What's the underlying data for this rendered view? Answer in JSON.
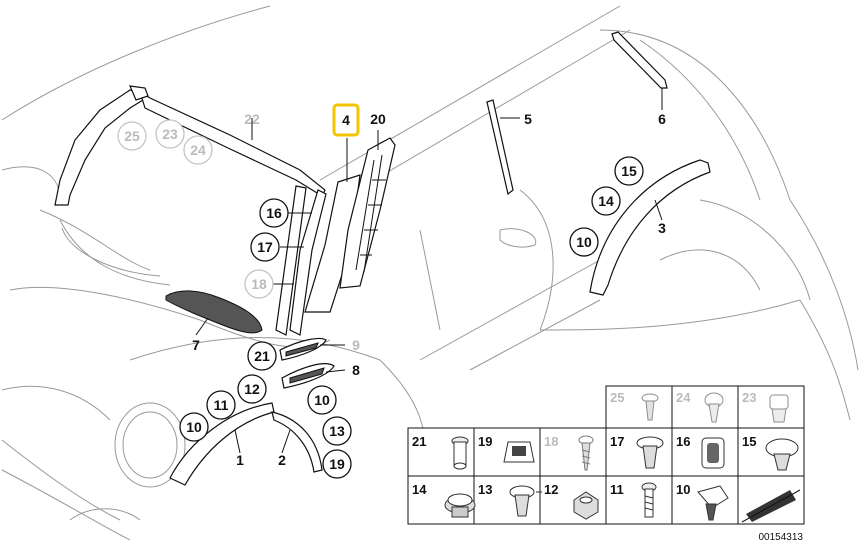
{
  "callouts": {
    "c25": "25",
    "c23": "23",
    "c24": "24",
    "c22": "22",
    "c4": "4",
    "c20": "20",
    "c5": "5",
    "c6": "6",
    "c16": "16",
    "c17": "17",
    "c18": "18",
    "c7": "7",
    "c15": "15",
    "c14": "14",
    "c10a": "10",
    "c3": "3",
    "c9": "9",
    "c8": "8",
    "c21": "21",
    "c12": "12",
    "c11": "11",
    "c10b": "10",
    "c10c": "10",
    "c13": "13",
    "c19": "19",
    "c1": "1",
    "c2": "2"
  },
  "parts_table": {
    "row1": [
      "25",
      "24",
      "23"
    ],
    "row2": [
      "21",
      "19",
      "18",
      "17",
      "16",
      "15"
    ],
    "row3": [
      "14",
      "13",
      "12",
      "11",
      "10"
    ]
  },
  "diagram_number": "00154313",
  "colors": {
    "highlight": "#f2c500",
    "line": "#111111",
    "car": "#999999"
  }
}
